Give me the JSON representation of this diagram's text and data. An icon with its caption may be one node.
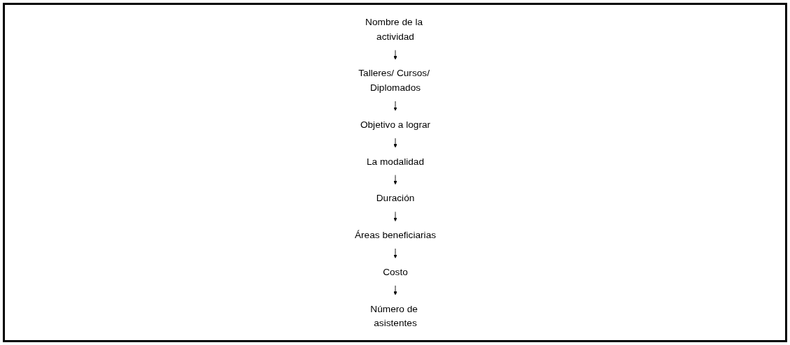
{
  "diagram": {
    "nodes": [
      {
        "text": [
          "Nombre de la actividad"
        ]
      },
      {
        "text": [
          "Talleres/ Cursos/ Diplomados"
        ]
      },
      {
        "text": [
          "Objetivo a lograr"
        ]
      },
      {
        "text": [
          "La modalidad"
        ]
      },
      {
        "text": [
          "Duración"
        ]
      },
      {
        "text": [
          "Áreas beneficiarias"
        ]
      },
      {
        "text": [
          "Costo"
        ]
      },
      {
        "text": [
          "Número de asistentes"
        ]
      }
    ],
    "edges": [
      {
        "from": 0,
        "to": 1,
        "arrow": "to"
      },
      {
        "from": 1,
        "to": 2,
        "arrow": "to"
      },
      {
        "from": 2,
        "to": 3,
        "arrow": "to"
      },
      {
        "from": 3,
        "to": 4,
        "arrow": "to"
      },
      {
        "from": 4,
        "to": 5,
        "arrow": "to"
      },
      {
        "from": 5,
        "to": 6,
        "arrow": "to"
      },
      {
        "from": 6,
        "to": 7,
        "arrow": "to"
      }
    ]
  }
}
